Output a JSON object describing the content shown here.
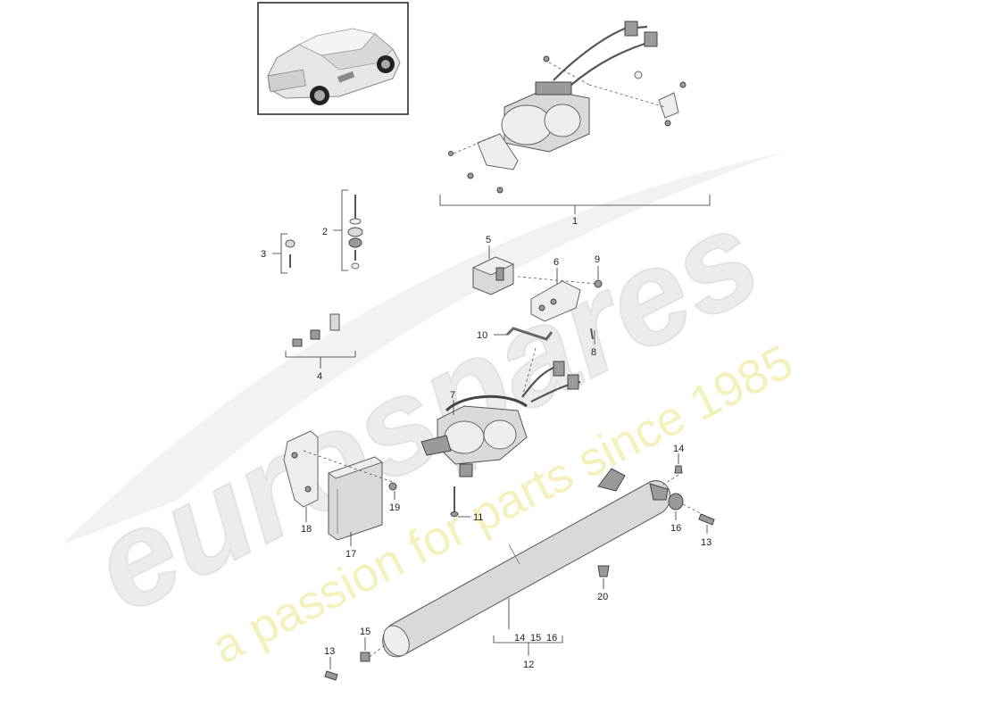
{
  "watermark": {
    "brand": "eurospares",
    "tagline": "a passion for parts since 1985"
  },
  "callouts": {
    "c1": "1",
    "c2": "2",
    "c3": "3",
    "c4": "4",
    "c5": "5",
    "c6": "6",
    "c7": "7",
    "c8": "8",
    "c9": "9",
    "c10": "10",
    "c11": "11",
    "c12": "12",
    "c13a": "13",
    "c13b": "13",
    "c14a": "14",
    "c14b": "14",
    "c15a": "15",
    "c15b": "15",
    "c16a": "16",
    "c16b": "16",
    "c17": "17",
    "c18": "18",
    "c19": "19",
    "c20": "20"
  },
  "colors": {
    "watermark_gray": "#ebebeb",
    "watermark_yellow": "#f3f0b8",
    "line": "#333333"
  },
  "icons": {
    "vehicle_thumbnail": "suv-car-icon"
  }
}
